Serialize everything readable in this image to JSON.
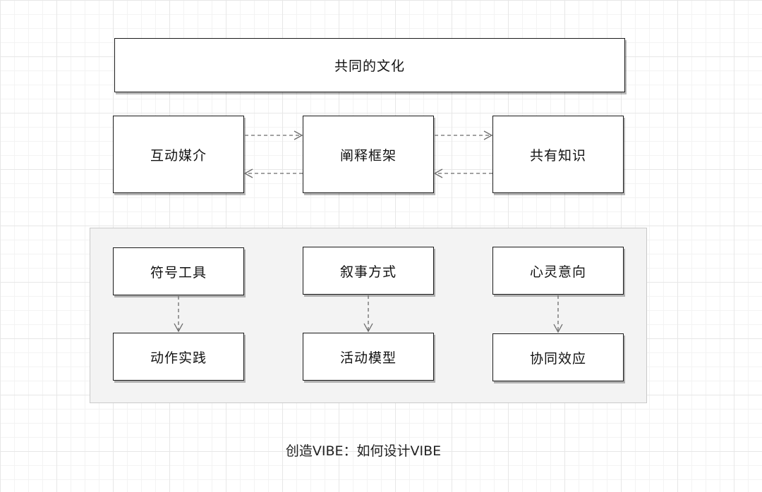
{
  "title_box": {
    "label": "共同的文化"
  },
  "middle_row": {
    "left": "互动媒介",
    "center": "阐释框架",
    "right": "共有知识"
  },
  "group": {
    "col1": {
      "top": "符号工具",
      "bottom": "动作实践"
    },
    "col2": {
      "top": "叙事方式",
      "bottom": "活动模型"
    },
    "col3": {
      "top": "心灵意向",
      "bottom": "协同效应"
    }
  },
  "caption": "创造VIBE：如何设计VIBE",
  "colors": {
    "box_border": "#1a1a1a",
    "arrow": "#6b6b6b",
    "group_fill": "#f3f3f3",
    "group_border": "#c9c9c9"
  }
}
